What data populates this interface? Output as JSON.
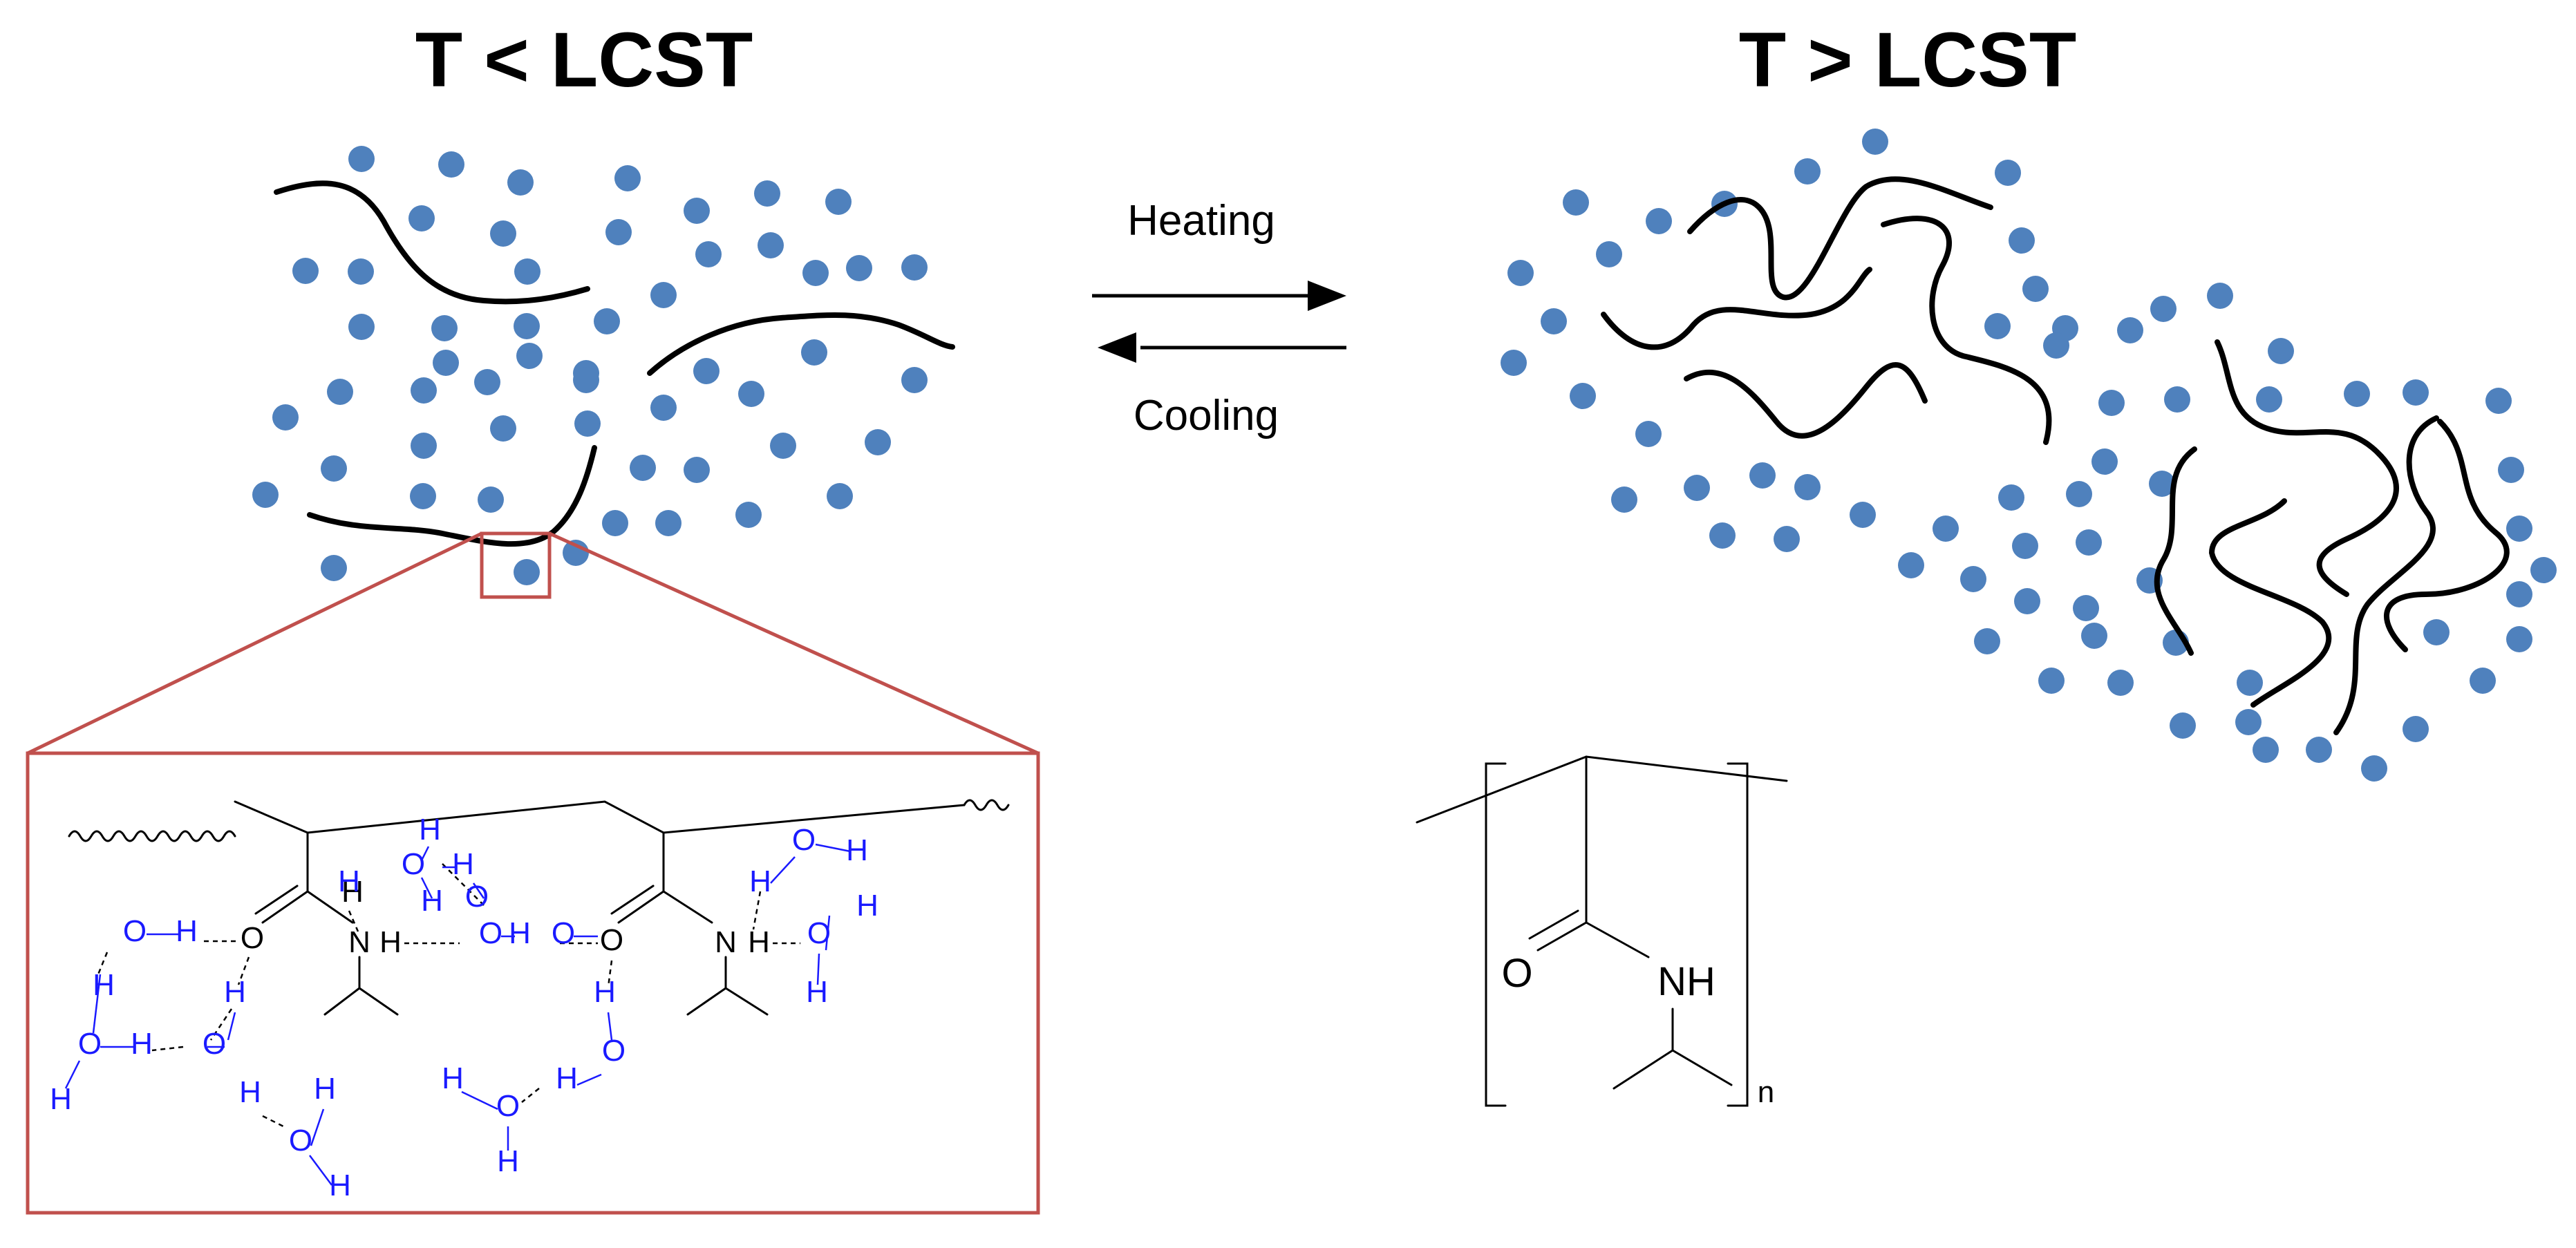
{
  "titles": {
    "below": "T < LCST",
    "above": "T > LCST"
  },
  "arrows": {
    "forward_label": "Heating",
    "reverse_label": "Cooling"
  },
  "inset": {
    "hydrogen": "H",
    "oxygen": "O",
    "nitrogen": "N"
  },
  "monomer": {
    "carbonyl_oxygen": "O",
    "amide_group": "NH",
    "repeat_subscript": "n"
  },
  "colors": {
    "water": "#4f81bd",
    "zoom_frame": "#c0504d",
    "hydrogen_bond_atoms": "#1a1aff",
    "polymer": "#000000"
  }
}
